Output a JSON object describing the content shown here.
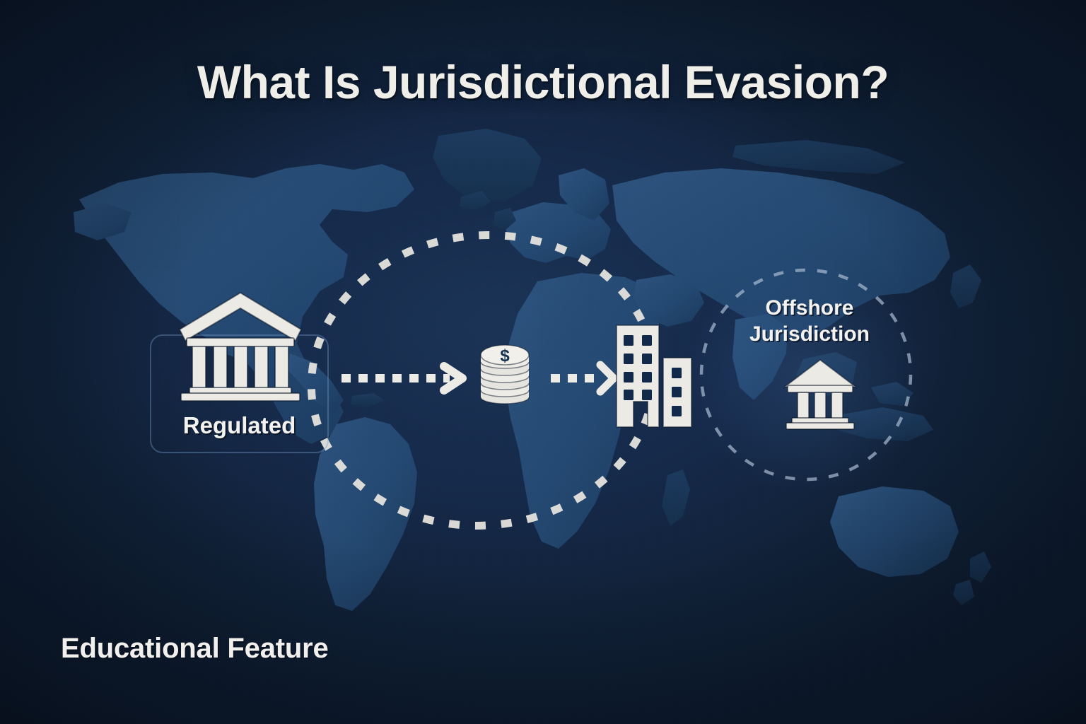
{
  "meta": {
    "headline": "What Is Jurisdictional Evasion?",
    "caption": "Educational Feature"
  },
  "colors": {
    "background_deep": "#0d1b2e",
    "background_mid": "#15294a",
    "map_land_light": "#2d5480",
    "map_land_dark": "#17304f",
    "icon_cream": "#eceae4",
    "text_cream": "#f2f0ec",
    "box_border": "#7aa0cd",
    "dash_light": "#e8e6e0",
    "dash_muted": "#9fb4cd"
  },
  "nodes": {
    "regulated": {
      "label": "Regulated",
      "icon": "bank-classical-icon",
      "columns": 5
    },
    "money": {
      "icon": "coin-stack-icon",
      "symbol": "$",
      "coin_layers": 6
    },
    "corporate": {
      "icon": "office-buildings-icon",
      "building_count": 2
    },
    "offshore": {
      "label_line_1": "Offshore",
      "label_line_2": "Jurisdiction",
      "icon": "bank-classical-small-icon",
      "columns": 3
    }
  },
  "connectors": {
    "arrow_1": {
      "name": "dashed-arrow-bank-to-money",
      "dashes": 8
    },
    "arrow_2": {
      "name": "dashed-arrow-money-to-buildings",
      "dashes": 4
    },
    "loop": {
      "name": "dashed-evasion-loop",
      "shape": "ellipse"
    },
    "offshore_ring": {
      "name": "dashed-offshore-boundary",
      "shape": "circle"
    }
  }
}
